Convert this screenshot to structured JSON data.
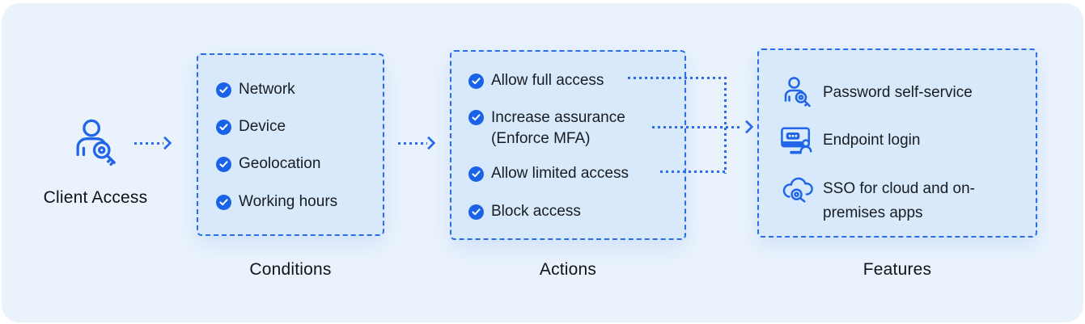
{
  "client": {
    "label": "Client Access",
    "icon": "user-key-search-icon"
  },
  "conditions": {
    "title": "Conditions",
    "items": [
      {
        "icon": "check-icon",
        "label": "Network"
      },
      {
        "icon": "check-icon",
        "label": "Device"
      },
      {
        "icon": "check-icon",
        "label": "Geolocation"
      },
      {
        "icon": "check-icon",
        "label": "Working hours"
      }
    ]
  },
  "actions": {
    "title": "Actions",
    "items": [
      {
        "icon": "check-icon",
        "label": "Allow full access"
      },
      {
        "icon": "check-icon",
        "label": "Increase assurance",
        "label2": "(Enforce MFA)"
      },
      {
        "icon": "check-icon",
        "label": "Allow limited access"
      },
      {
        "icon": "check-icon",
        "label": "Block access"
      }
    ]
  },
  "features": {
    "title": "Features",
    "items": [
      {
        "icon": "user-search-icon",
        "label": "Password self-service"
      },
      {
        "icon": "endpoint-login-icon",
        "label": "Endpoint login"
      },
      {
        "icon": "cloud-sso-icon",
        "label": "SSO for cloud and on-premises apps"
      }
    ]
  },
  "colors": {
    "accent_blue": "#2b6ce8",
    "icon_blue": "#2166e8",
    "badge_blue": "#1a63e8",
    "panel_bg": "#eaf3fc",
    "box_bg": "#d7e9fb",
    "text_dark": "#15181e"
  }
}
